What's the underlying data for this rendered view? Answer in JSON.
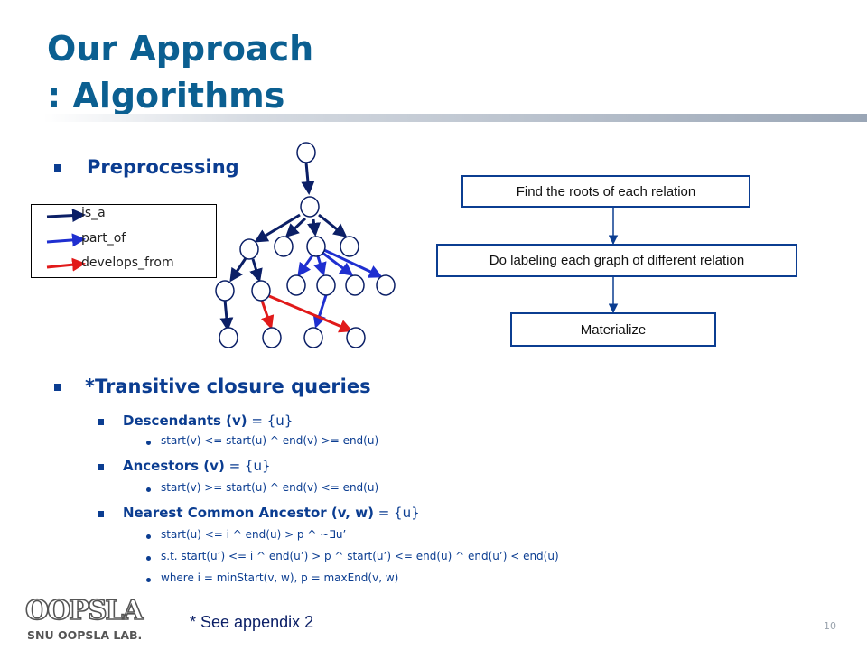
{
  "title": {
    "line1": "Our Approach",
    "line2": ": Algorithms"
  },
  "preprocessing": {
    "heading": "Preprocessing"
  },
  "legend": [
    {
      "label": "is_a",
      "color": "#0b1f66"
    },
    {
      "label": "part_of",
      "color": "#1f2fd0"
    },
    {
      "label": "develops_from",
      "color": "#e11a1a"
    }
  ],
  "flowchart": {
    "steps": [
      "Find the roots of each relation",
      "Do labeling each graph of different relation",
      "Materialize"
    ]
  },
  "queries": {
    "heading": "*Transitive closure queries",
    "items": [
      {
        "name": "Descendants (v)",
        "suffix": " = {u}",
        "details": [
          "start(v) <= start(u) ^ end(v) >= end(u)"
        ]
      },
      {
        "name": "Ancestors (v)",
        "suffix": " = {u}",
        "details": [
          "start(v) >= start(u) ^ end(v) <= end(u)"
        ]
      },
      {
        "name": "Nearest Common Ancestor (v, w)",
        "suffix": " = {u}",
        "details": [
          "start(u) <= i ^ end(u) > p ^ ~∃u’",
          "s.t. start(u’) <= i ^ end(u’) > p ^ start(u’) <= end(u) ^ end(u’) < end(u)",
          "where i = minStart(v, w), p = maxEnd(v, w)"
        ]
      }
    ]
  },
  "footnote": "* See appendix 2",
  "page_number": "10",
  "logo": {
    "text": "OOPSLA",
    "subtitle": "SNU OOPSLA LAB."
  }
}
